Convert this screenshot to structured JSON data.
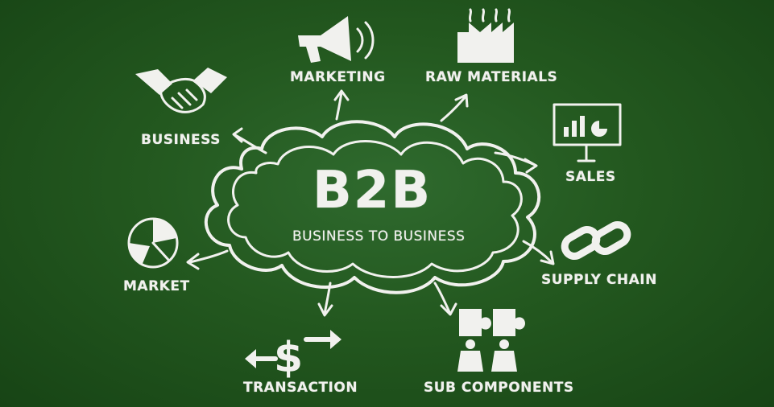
{
  "center": {
    "title": "B2B",
    "subtitle": "BUSINESS TO BUSINESS"
  },
  "nodes": {
    "business": "BUSINESS",
    "marketing": "MARKETING",
    "raw_materials": "RAW MATERIALS",
    "sales": "SALES",
    "supply_chain": "SUPPLY CHAIN",
    "sub_components": "SUB COMPONENTS",
    "transaction": "TRANSACTION",
    "market": "MARKET"
  },
  "colors": {
    "chalkboard": "#23581f",
    "chalk": "#f1f1ee",
    "frame": "#000000"
  },
  "icons": [
    "handshake-icon",
    "megaphone-icon",
    "factory-icon",
    "presentation-chart-icon",
    "chain-link-icon",
    "puzzle-people-icon",
    "dollar-arrows-icon",
    "pie-chart-icon"
  ]
}
